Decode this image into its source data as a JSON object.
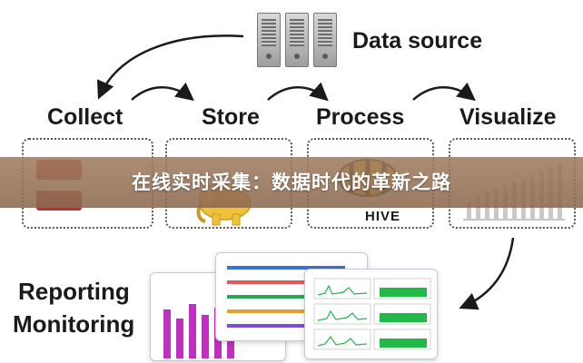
{
  "title": "Data source",
  "stages": [
    {
      "label": "Collect"
    },
    {
      "label": "Store"
    },
    {
      "label": "Process"
    },
    {
      "label": "Visualize"
    }
  ],
  "bottom": {
    "line1": "Reporting",
    "line2": "Monitoring"
  },
  "banner": {
    "text": "在线实时采集：数据时代的革新之路"
  },
  "hive_text": "HIVE",
  "colors": {
    "accent_red": "#b8312f",
    "elephant": "#f0c23a",
    "banner": "#9c7a5e",
    "bars": "#c030c0"
  }
}
